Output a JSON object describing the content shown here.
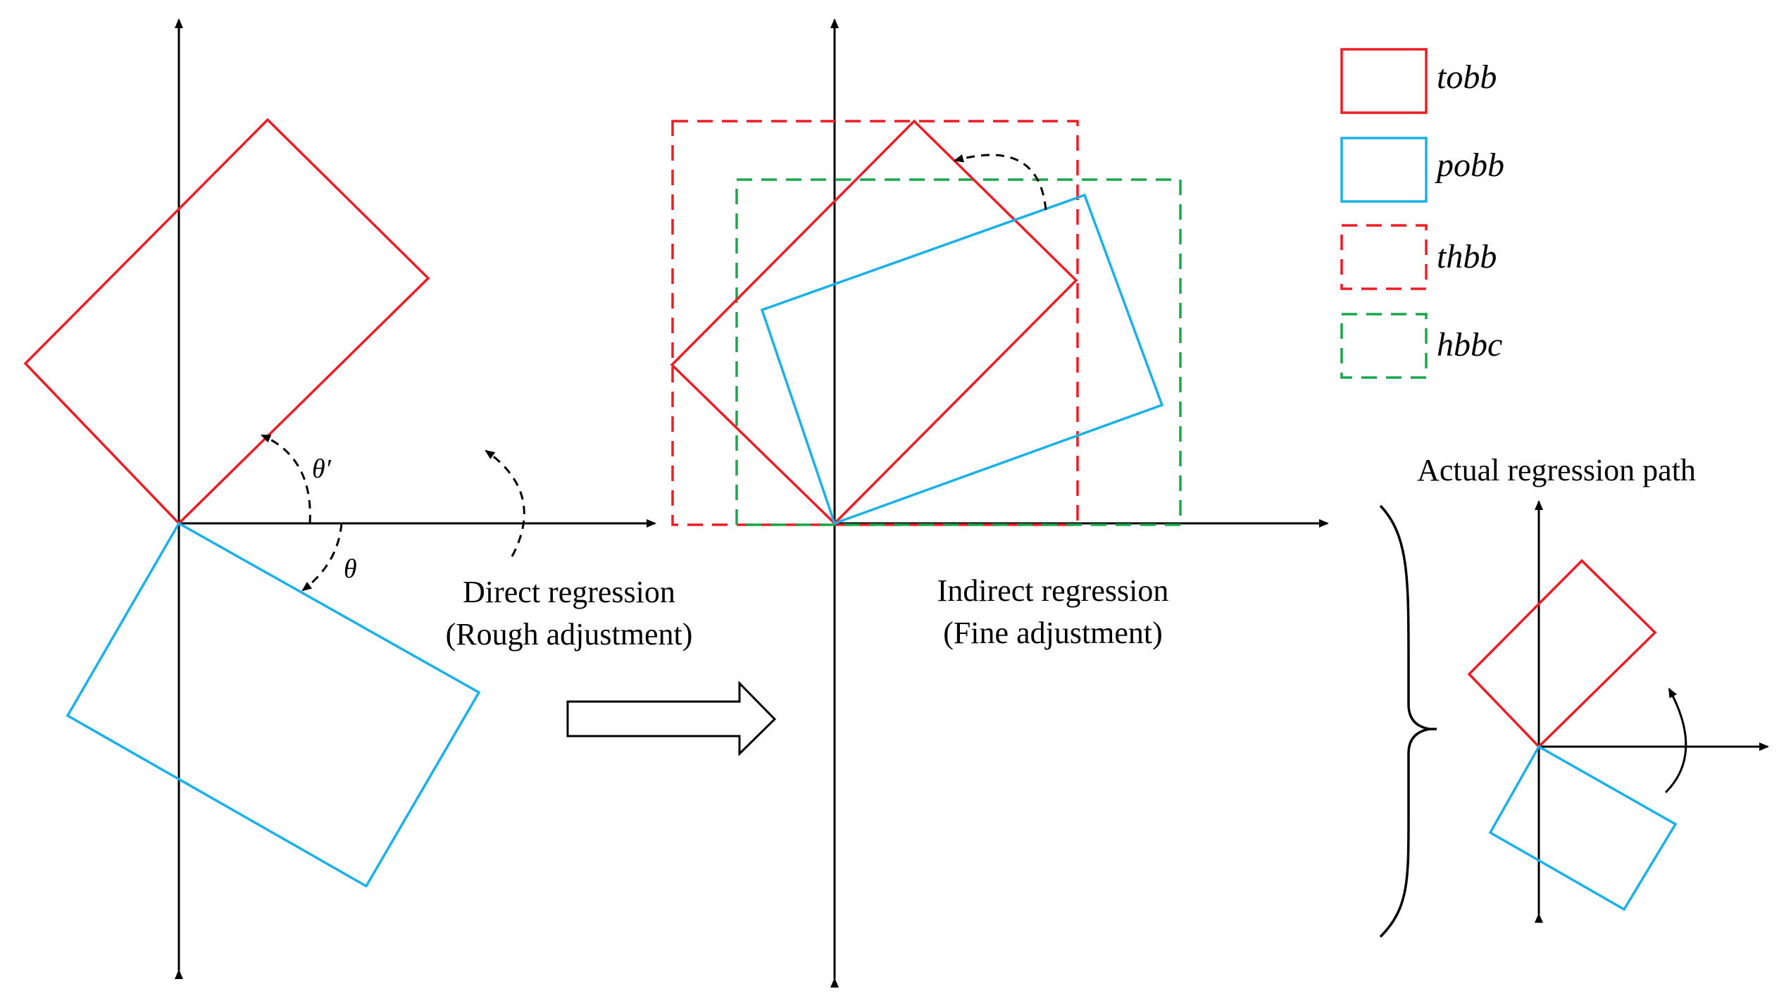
{
  "colors": {
    "tobb": "#ee1c25",
    "pobb": "#1ab0e8",
    "thbb": "#ee1c25",
    "hbbc": "#1aa64b",
    "axis": "#000000"
  },
  "labels": {
    "theta_prime": "θ′",
    "theta": "θ",
    "direct_line1": "Direct regression",
    "direct_line2": "(Rough adjustment)",
    "indirect_line1": "Indirect regression",
    "indirect_line2": "(Fine adjustment)",
    "actual_path": "Actual regression path"
  },
  "legend": [
    {
      "name": "tobb",
      "style": "solid",
      "color": "#ee1c25"
    },
    {
      "name": "pobb",
      "style": "solid",
      "color": "#1ab0e8"
    },
    {
      "name": "thbb",
      "style": "dashed",
      "color": "#ee1c25"
    },
    {
      "name": "hbbc",
      "style": "dashed",
      "color": "#1aa64b"
    }
  ]
}
